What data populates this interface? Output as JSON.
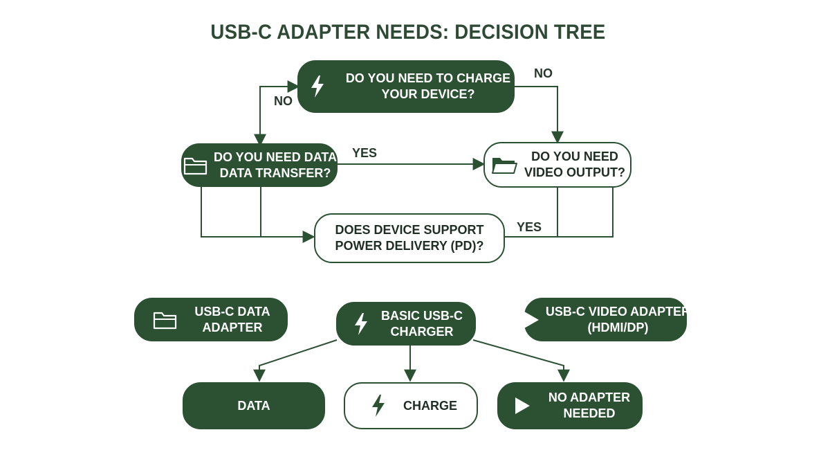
{
  "title": "USB-C ADAPTER NEEDS: DECISION TREE",
  "colors": {
    "dark": "#2b5032",
    "text": "#1f2e24",
    "line": "#2b5032"
  },
  "nodes": {
    "charge_q": {
      "lines": [
        "DO YOU NEED TO CHARGE",
        "YOUR DEVICE?"
      ],
      "icon": "lightning-icon"
    },
    "data_q": {
      "lines": [
        "DO YOU NEED DATA",
        "DATA TRANSFER?"
      ],
      "icon": "folder-icon"
    },
    "video_q": {
      "lines": [
        "DO YOU NEED",
        "VIDEO OUTPUT?"
      ],
      "icon": "folder-icon"
    },
    "pd_q": {
      "lines": [
        "DOES DEVICE SUPPORT",
        "POWER DELIVERY (PD)?"
      ]
    },
    "data_adapter": {
      "lines": [
        "USB-C DATA",
        "ADAPTER"
      ],
      "icon": "folder-icon"
    },
    "basic_charger": {
      "lines": [
        "BASIC USB-C",
        "CHARGER"
      ],
      "icon": "lightning-icon"
    },
    "video_adapter": {
      "lines": [
        "USB-C VIDEO ADAPTER",
        "(HDMI/DP)"
      ],
      "icon": "play-icon"
    },
    "data": {
      "lines": [
        "DATA"
      ]
    },
    "charge": {
      "lines": [
        "CHARGE"
      ],
      "icon": "lightning-icon"
    },
    "no_adapter": {
      "lines": [
        "NO ADAPTER",
        "NEEDED"
      ],
      "icon": "play-icon"
    }
  },
  "edge_labels": {
    "no_right": "NO",
    "no_left": "NO",
    "yes_data_video": "YES",
    "yes_pd": "YES"
  }
}
